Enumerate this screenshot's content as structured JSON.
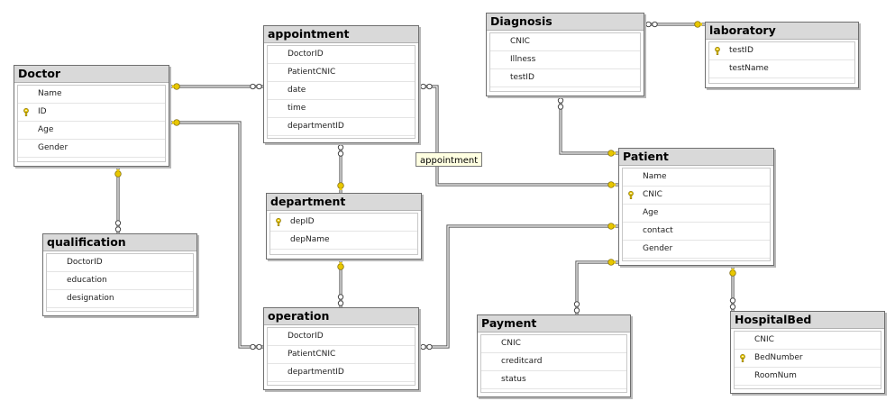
{
  "tables": [
    {
      "id": "appointment",
      "title": "appointment",
      "columns": [
        {
          "name": "DoctorID",
          "pk": false
        },
        {
          "name": "PatientCNIC",
          "pk": false
        },
        {
          "name": "date",
          "pk": false
        },
        {
          "name": "time",
          "pk": false
        },
        {
          "name": "departmentID",
          "pk": false
        }
      ]
    },
    {
      "id": "diagnosis",
      "title": "Diagnosis",
      "columns": [
        {
          "name": "CNIC",
          "pk": false
        },
        {
          "name": "Illness",
          "pk": false
        },
        {
          "name": "testID",
          "pk": false
        }
      ]
    },
    {
      "id": "laboratory",
      "title": "laboratory",
      "columns": [
        {
          "name": "testID",
          "pk": true
        },
        {
          "name": "testName",
          "pk": false
        }
      ]
    },
    {
      "id": "doctor",
      "title": "Doctor",
      "columns": [
        {
          "name": "Name",
          "pk": false
        },
        {
          "name": "ID",
          "pk": true
        },
        {
          "name": "Age",
          "pk": false
        },
        {
          "name": "Gender",
          "pk": false
        }
      ]
    },
    {
      "id": "department",
      "title": "department",
      "columns": [
        {
          "name": "depID",
          "pk": true
        },
        {
          "name": "depName",
          "pk": false
        }
      ]
    },
    {
      "id": "patient",
      "title": "Patient",
      "columns": [
        {
          "name": "Name",
          "pk": false
        },
        {
          "name": "CNIC",
          "pk": true
        },
        {
          "name": "Age",
          "pk": false
        },
        {
          "name": "contact",
          "pk": false
        },
        {
          "name": "Gender",
          "pk": false
        }
      ]
    },
    {
      "id": "qualification",
      "title": "qualification",
      "columns": [
        {
          "name": "DoctorID",
          "pk": false
        },
        {
          "name": "education",
          "pk": false
        },
        {
          "name": "designation",
          "pk": false
        }
      ]
    },
    {
      "id": "operation",
      "title": "operation",
      "columns": [
        {
          "name": "DoctorID",
          "pk": false
        },
        {
          "name": "PatientCNIC",
          "pk": false
        },
        {
          "name": "departmentID",
          "pk": false
        }
      ]
    },
    {
      "id": "payment",
      "title": "Payment",
      "columns": [
        {
          "name": "CNIC",
          "pk": false
        },
        {
          "name": "creditcard",
          "pk": false
        },
        {
          "name": "status",
          "pk": false
        }
      ]
    },
    {
      "id": "hospitalbed",
      "title": "HospitalBed",
      "columns": [
        {
          "name": "CNIC",
          "pk": false
        },
        {
          "name": "BedNumber",
          "pk": true
        },
        {
          "name": "RoomNum",
          "pk": false
        }
      ]
    }
  ],
  "tooltip": "appointment",
  "colors": {
    "key": "#e8c700",
    "line": "#555555",
    "title_bg": "#d9d9d9",
    "tooltip_bg": "#ffffe1"
  }
}
